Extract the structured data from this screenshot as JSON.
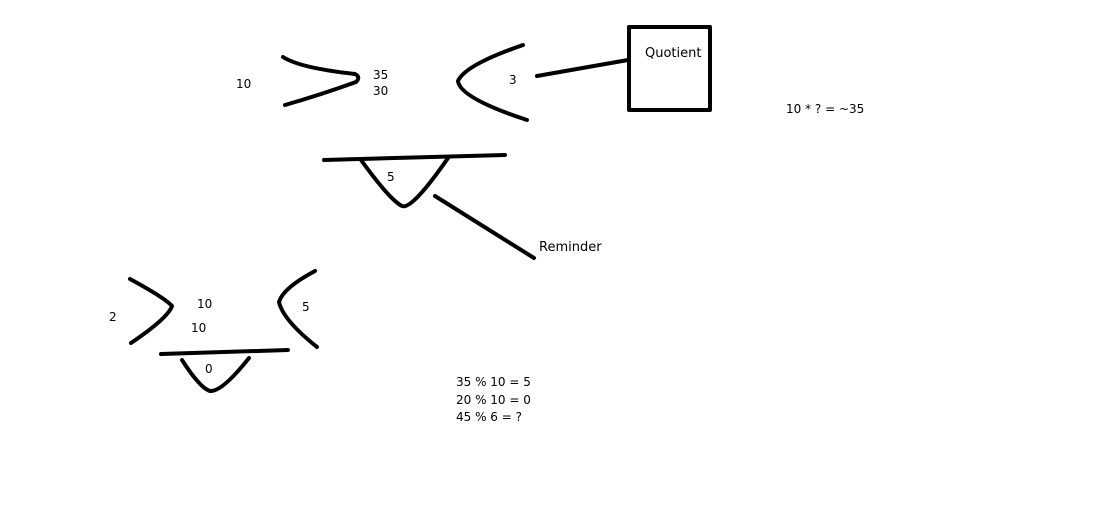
{
  "colors": {
    "background": "#ffffff",
    "ink": "#000000"
  },
  "division_1": {
    "divisor": "10",
    "dividend": "35",
    "subtracted": "30",
    "quotient": "3",
    "remainder": "5"
  },
  "division_2": {
    "divisor": "2",
    "dividend": "10",
    "subtracted": "10",
    "quotient": "5",
    "remainder": "0"
  },
  "callouts": {
    "quotient_label": "Quotient",
    "remainder_label": "Reminder"
  },
  "notes": {
    "estimate": "10 * ? = ~35",
    "modulo_examples": [
      "35 % 10 = 5",
      "20 % 10 = 0",
      "45 % 6 = ?"
    ]
  }
}
